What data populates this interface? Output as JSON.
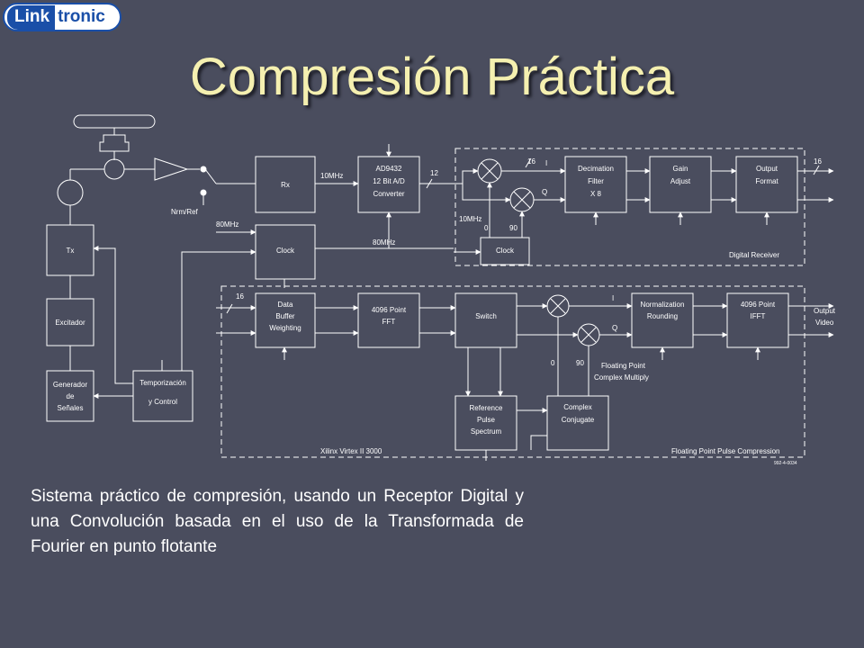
{
  "logo": {
    "link": "Link",
    "tronic": "tronic"
  },
  "title": "Compresión Práctica",
  "caption": "Sistema práctico de compresión, usando un Receptor Digital y una Convolución basada en el uso de la Transformada de Fourier en punto flotante",
  "diagram": {
    "blocks": {
      "rx": "Rx",
      "adc": [
        "AD9432",
        "12 Bit A/D",
        "Converter"
      ],
      "decimation": [
        "Decimation",
        "Filter",
        "X 8"
      ],
      "gain": [
        "Gain",
        "Adjust"
      ],
      "output_format": [
        "Output",
        "Format"
      ],
      "clock_main": "Clock",
      "clock_dr": "Clock",
      "tx": "Tx",
      "excitador": "Excitador",
      "generador": [
        "Generador",
        "de",
        "Señales"
      ],
      "temporizacion": [
        "Temporización",
        "y Control"
      ],
      "data_buffer": [
        "Data",
        "Buffer",
        "Weighting"
      ],
      "fft": [
        "4096 Point",
        "FFT"
      ],
      "switch": "Switch",
      "normalization": [
        "Normalization",
        "Rounding"
      ],
      "ifft": [
        "4096 Point",
        "IFFT"
      ],
      "reference": [
        "Reference",
        "Pulse",
        "Spectrum"
      ],
      "conjugate": [
        "Complex",
        "Conjugate"
      ]
    },
    "labels": {
      "nrm_ref": "Nrm/Ref",
      "mhz80_a": "80MHz",
      "mhz10_a": "10MHz",
      "bits12": "12",
      "mhz80_b": "80MHz",
      "bits16_a": "16",
      "i_top": "I",
      "q_top": "Q",
      "mhz10_b": "10MHz",
      "zero_top": "0",
      "ninety_top": "90",
      "bits16_b": "16",
      "digital_receiver": "Digital Receiver",
      "bits16_c": "16",
      "i_bot": "I",
      "q_bot": "Q",
      "zero_bot": "0",
      "ninety_bot": "90",
      "floating_point": [
        "Floating Point",
        "Complex Multiply"
      ],
      "output_video": [
        "Output",
        "Video"
      ],
      "xilinx": "Xilinx Virtex II 3000",
      "fppc": "Floating Point Pulse Compression",
      "figure_code": "992-4-0034"
    }
  }
}
